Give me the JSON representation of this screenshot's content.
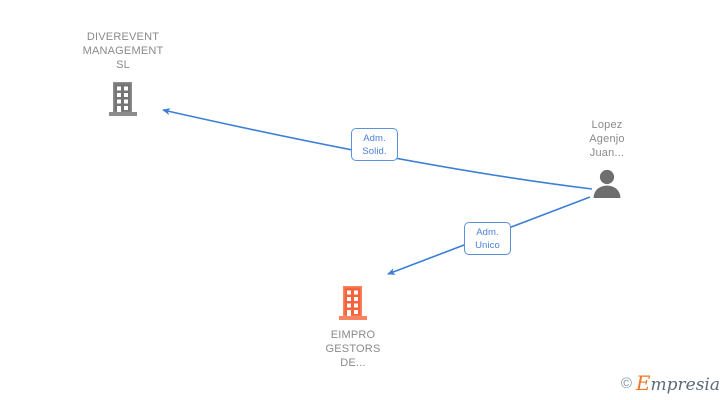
{
  "diagram": {
    "type": "relationship-graph",
    "background": "#ffffff",
    "colors": {
      "edge": "#3d7fd4",
      "chip_border": "#5b92e0",
      "chip_text": "#4a7fd4",
      "company_gray": "#757575",
      "company_orange": "#f4643c",
      "person_gray": "#6e6e6e",
      "node_label_text": "#8a8a8a"
    },
    "nodes": [
      {
        "id": "diverevent",
        "kind": "company",
        "icon": "building-icon",
        "icon_color": "#757575",
        "label": "DIVEREVENT\nMANAGEMENT\nSL",
        "label_position": "above"
      },
      {
        "id": "lopez-agenjo",
        "kind": "person",
        "icon": "person-icon",
        "icon_color": "#6e6e6e",
        "label": "Lopez\nAgenjo\nJuan...",
        "label_position": "above"
      },
      {
        "id": "eimpro",
        "kind": "company",
        "icon": "building-icon",
        "icon_color": "#f4643c",
        "label": "EIMPRO\nGESTORS\nDE...",
        "label_position": "below"
      }
    ],
    "edges": [
      {
        "id": "edge-solid",
        "from": "lopez-agenjo",
        "to": "diverevent",
        "chip": {
          "line1": "Adm.",
          "line2": "Solid."
        },
        "arrow": "to"
      },
      {
        "id": "edge-unico",
        "from": "lopez-agenjo",
        "to": "eimpro",
        "chip": {
          "line1": "Adm.",
          "line2": "Unico"
        },
        "arrow": "to"
      }
    ]
  },
  "watermark": {
    "copyright_symbol": "©",
    "brand_initial": "E",
    "brand_rest": "mpresia"
  }
}
